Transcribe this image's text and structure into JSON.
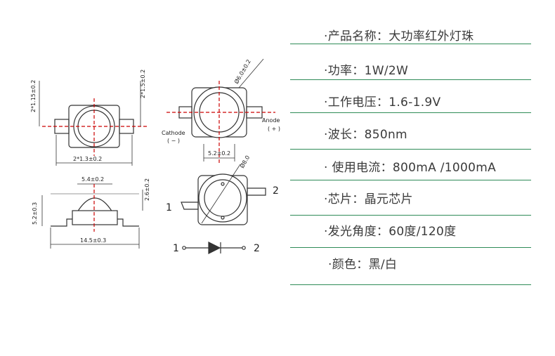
{
  "specs": [
    {
      "label": "·产品名称：大功率红外灯珠"
    },
    {
      "label": "·功率：1W/2W"
    },
    {
      "label": "·工作电压：1.6-1.9V"
    },
    {
      "label": "·波长：850nm"
    },
    {
      "label": "· 使用电流：800mA /1000mA"
    },
    {
      "label": "·芯片：晶元芯片"
    },
    {
      "label": "·发光角度：60度/120度"
    },
    {
      "label": "·颜色：黑/白"
    }
  ],
  "drawing_labels": {
    "top_left_dim_left": "2*1.15±0.2",
    "top_left_dim_right": "2*1.5±0.2",
    "top_left_dim_bottom": "2*1.3±0.2",
    "side_dim_top": "5.4±0.2",
    "side_dim_left": "5.2±0.3",
    "side_dim_right": "2.6±0.2",
    "side_dim_bottom": "14.5±0.3",
    "center_diameter": "Ø6.0±0.2",
    "center_width": "5.2±0.2",
    "cathode_label": "Cathode",
    "cathode_sign": "( − )",
    "anode_label": "Anode",
    "anode_sign": "( + )",
    "bottom_diameter": "Ø8.0",
    "pin_1": "1",
    "pin_2": "2",
    "symbol_pin_1": "1",
    "symbol_pin_2": "2"
  }
}
